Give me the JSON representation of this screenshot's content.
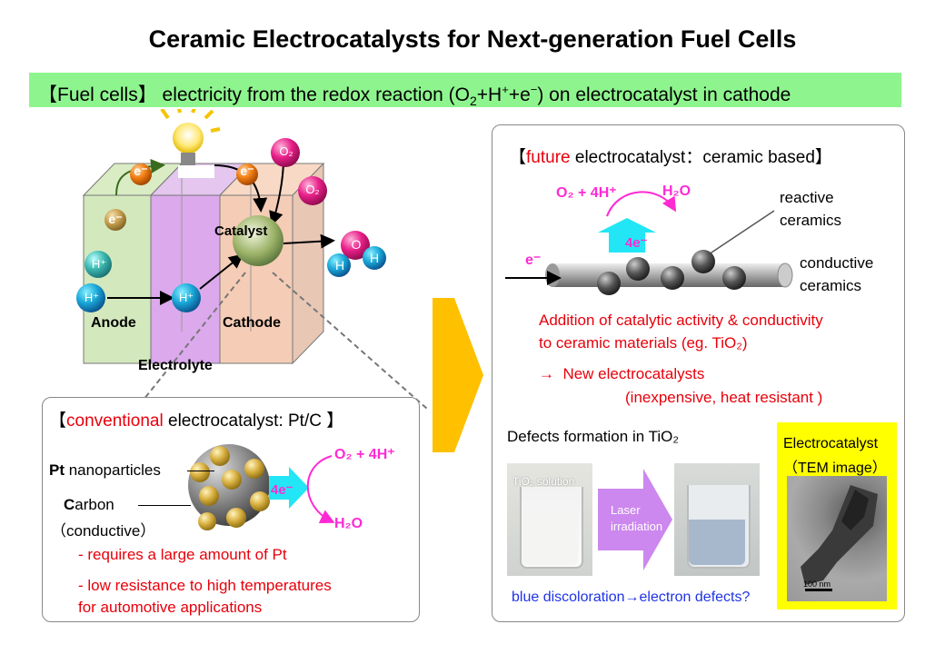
{
  "title": "Ceramic Electrocatalysts for Next-generation Fuel Cells",
  "banner": {
    "prefix": "【Fuel cells】 electricity from the redox reaction (O",
    "sub2": "2",
    "mid": "+H",
    "sup1": "+",
    "mid2": "+e",
    "sup2": "−",
    "suffix": ") on electrocatalyst in cathode"
  },
  "cell": {
    "e1": "e⁻",
    "e2": "e⁻",
    "e3": "e⁻",
    "hplus": "H⁺",
    "o2": "O₂",
    "catalyst": "Catalyst",
    "anode": "Anode",
    "cathode": "Cathode",
    "electrolyte": "Electrolyte",
    "water_o": "O",
    "water_h": "H"
  },
  "conventional": {
    "bracket_open": "【",
    "highlight": "conventional",
    "rest": " electrocatalyst: Pt/C 】",
    "pt_bold": "Pt",
    "pt_rest": " nanoparticles",
    "carbon_bold": "C",
    "carbon_rest": "arbon",
    "carbon_note": "（conductive）",
    "reactant": "O₂ + 4H⁺",
    "product": "H₂O",
    "electrons": "4e⁻",
    "bullet1": "- requires a large amount of Pt",
    "bullet2a": "- low resistance to high temperatures",
    "bullet2b": "for automotive applications"
  },
  "future": {
    "bracket_open": "【",
    "highlight": "future",
    "rest": " electrocatalyst：ceramic based】",
    "reactant": "O₂ + 4H⁺",
    "product": "H₂O",
    "electrons": "4e⁻",
    "e_minus": "e⁻",
    "reactive": "reactive",
    "reactive2": "ceramics",
    "conductive": "conductive",
    "conductive2": "ceramics",
    "add1": "Addition of catalytic activity & conductivity",
    "add2": "to ceramic materials (eg. TiO₂)",
    "arrow": "→",
    "new1": "New electrocatalysts",
    "new2": "(inexpensive, heat resistant )",
    "defects": "Defects formation in TiO₂",
    "solution": "TiO₂ solution",
    "laser": "Laser",
    "irradiation": "irradiation",
    "tem1": "Electrocatalyst",
    "tem2": "（TEM image）",
    "scale": "100 nm",
    "blue_note": "blue discoloration→electron defects?"
  },
  "colors": {
    "banner": "#8ef58e",
    "accent_red": "#e8000b",
    "magenta": "#ff2ad4",
    "cyan": "#22e6f5",
    "arrow_orange": "#ffc000",
    "tem_yellow": "#ffff00",
    "laser_purple": "#cc88ee"
  }
}
